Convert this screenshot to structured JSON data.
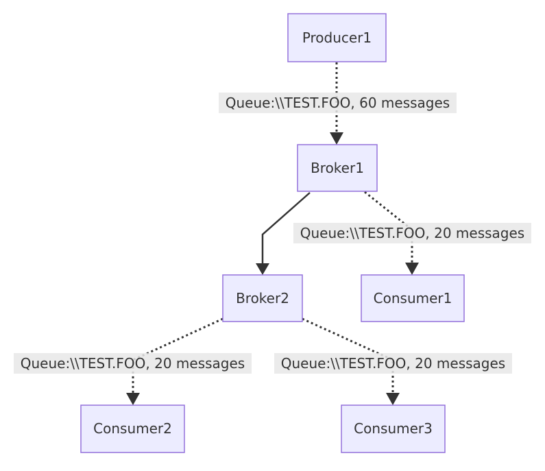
{
  "colors": {
    "node_fill": "#ECECFF",
    "node_stroke": "#9370DB",
    "edge": "#333333",
    "label_bg": "#E8E8E8",
    "text": "#333333"
  },
  "nodes": {
    "producer1": "Producer1",
    "broker1": "Broker1",
    "broker2": "Broker2",
    "consumer1": "Consumer1",
    "consumer2": "Consumer2",
    "consumer3": "Consumer3"
  },
  "edges": {
    "producer1_broker1": {
      "style": "dotted",
      "label": "Queue:\\\\TEST.FOO, 60 messages"
    },
    "broker1_consumer1": {
      "style": "dotted",
      "label": "Queue:\\\\TEST.FOO, 20 messages"
    },
    "broker1_broker2": {
      "style": "solid",
      "label": ""
    },
    "broker2_consumer2": {
      "style": "dotted",
      "label": "Queue:\\\\TEST.FOO, 20 messages"
    },
    "broker2_consumer3": {
      "style": "dotted",
      "label": "Queue:\\\\TEST.FOO, 20 messages"
    }
  }
}
